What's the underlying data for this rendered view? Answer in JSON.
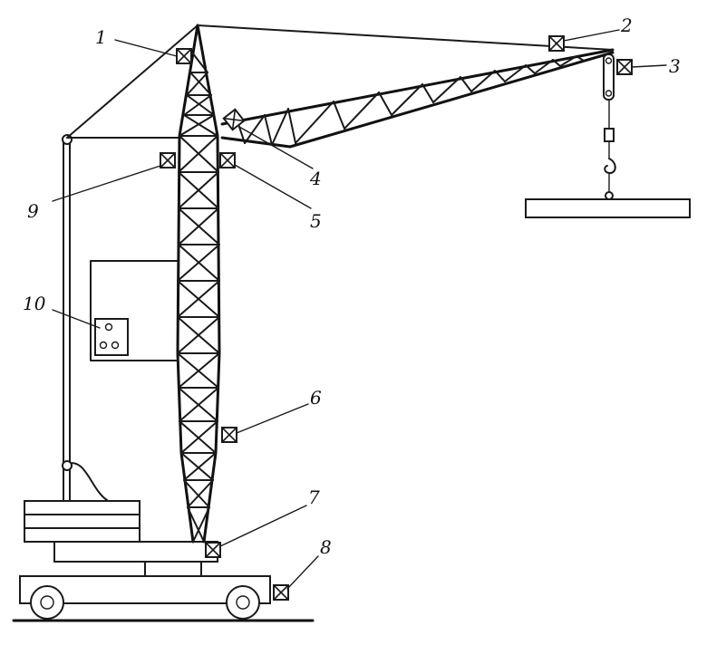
{
  "diagram": {
    "type": "tower-crane-sensor-layout",
    "callouts": [
      {
        "id": "1",
        "label": "1"
      },
      {
        "id": "2",
        "label": "2"
      },
      {
        "id": "3",
        "label": "3"
      },
      {
        "id": "4",
        "label": "4"
      },
      {
        "id": "5",
        "label": "5"
      },
      {
        "id": "6",
        "label": "6"
      },
      {
        "id": "7",
        "label": "7"
      },
      {
        "id": "8",
        "label": "8"
      },
      {
        "id": "9",
        "label": "9"
      },
      {
        "id": "10",
        "label": "10"
      }
    ]
  },
  "icons": {
    "sensor": "sensor-box-icon",
    "wheel": "wheel-icon",
    "hook": "hook-icon"
  },
  "colors": {
    "ink": "#1a1a1a",
    "background": "#ffffff"
  }
}
